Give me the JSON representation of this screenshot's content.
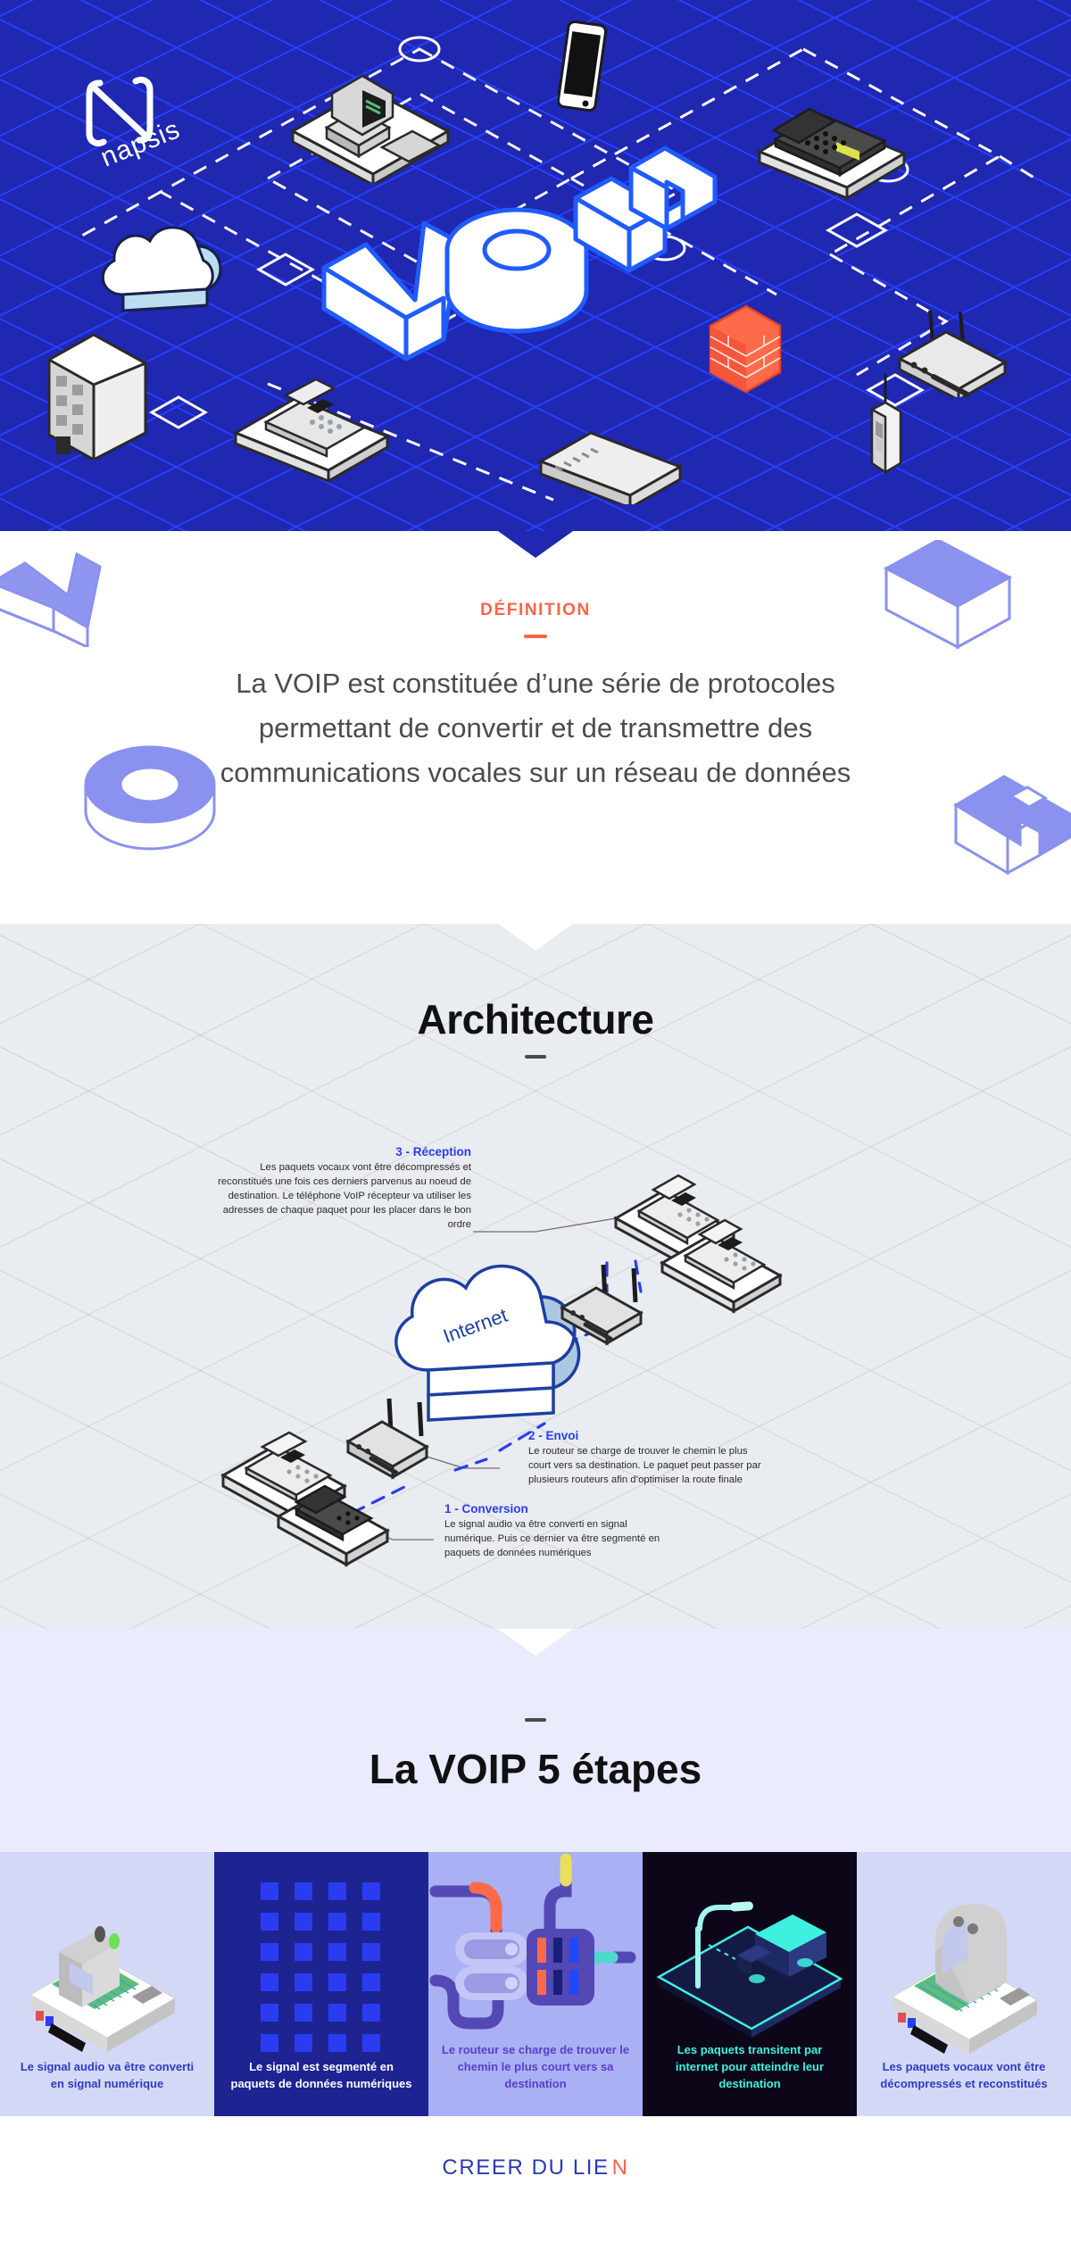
{
  "meta": {
    "brand": "napsis",
    "accent_orange": "#ff6348",
    "accent_blue": "#2a3cf5",
    "hero_bg": "#2027b0",
    "arch_bg": "#e9ecf0",
    "steps_bg": "#eaecfd"
  },
  "hero": {
    "logo_text": "napsis",
    "word": "VOIP",
    "word_letters": [
      "V",
      "O",
      "I",
      "P"
    ],
    "devices": [
      "cloud-icon",
      "office-building-icon",
      "desktop-computer-icon",
      "smartphone-icon",
      "desk-phone-icon",
      "voip-phone-icon",
      "firewall-brick-icon",
      "wifi-router-icon",
      "network-switch-icon",
      "cordless-phone-icon"
    ]
  },
  "definition": {
    "kicker": "DÉFINITION",
    "body": "La VOIP est constituée d’une série de protocoles permettant de convertir et de transmettre des communications vocales sur un réseau de données",
    "decor_letters": [
      "V",
      "I",
      "O",
      "P"
    ]
  },
  "architecture": {
    "title": "Architecture",
    "cloud_label": "Internet",
    "steps": [
      {
        "id": "step-3",
        "heading": "3 - Réception",
        "body": "Les paquets vocaux vont être décompressés et reconstitués une fois ces derniers parvenus au noeud de destination. Le téléphone VoIP récepteur va utiliser les adresses de chaque paquet pour les placer dans le bon ordre"
      },
      {
        "id": "step-2",
        "heading": "2 - Envoi",
        "body": "Le routeur se charge de trouver le chemin le plus court vers sa destination. Le paquet peut passer par plusieurs routeurs afin d’optimiser la route finale"
      },
      {
        "id": "step-1",
        "heading": "1 - Conversion",
        "body": "Le signal audio va être converti en signal numérique. Puis ce dernier va être segmenté en paquets de données numériques"
      }
    ]
  },
  "steps_section": {
    "title": "La VOIP 5 étapes",
    "panels": [
      {
        "caption": "Le signal audio va être converti en signal numérique",
        "bg": "#d4d8f7",
        "text_color": "#2f3bbf",
        "art": "scanner-machine-icon"
      },
      {
        "caption": "Le signal est  segmenté en paquets de données numériques",
        "bg": "#1d2391",
        "text_color": "#ffffff",
        "art": "data-packet-grid-icon"
      },
      {
        "caption": "Le routeur se charge de trouver le chemin le plus court vers sa destination",
        "bg": "#aab0f4",
        "text_color": "#5840c8",
        "art": "router-cables-icon"
      },
      {
        "caption": "Les paquets transitent par internet pour atteindre leur destination",
        "bg": "#0c0618",
        "text_color": "#3ff0e0",
        "art": "delivery-truck-night-icon"
      },
      {
        "caption": "Les paquets vocaux vont être décompressés et reconstitués",
        "bg": "#d4d8f7",
        "text_color": "#2f3bbf",
        "art": "scanner-machine-icon"
      }
    ]
  },
  "footer": {
    "logo_prefix": "CREER DU LIE",
    "logo_last": "N"
  }
}
